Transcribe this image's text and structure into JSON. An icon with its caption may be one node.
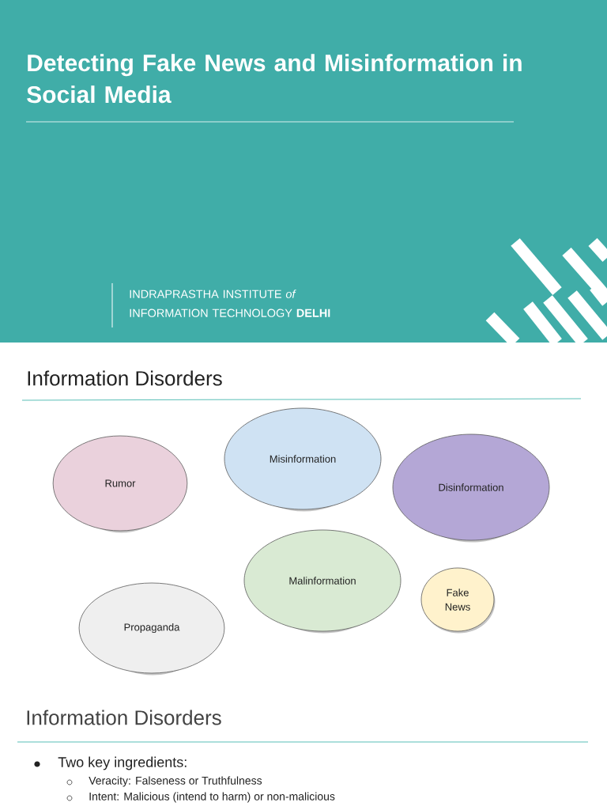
{
  "diagram": {
    "title": "Detecting Fake News and Misinformation in Social Media",
    "nodes": [
      {
        "text": [
          "Rumor"
        ]
      },
      {
        "text": [
          "Misinformation"
        ]
      },
      {
        "text": [
          "Disinformation"
        ]
      },
      {
        "text": [
          "Propaganda"
        ]
      },
      {
        "text": [
          "Malinformation"
        ]
      },
      {
        "text": [
          "Fake News"
        ]
      }
    ],
    "labels": [
      "INDRAPRASTHA INSTITUTE *of* INFORMATION TECHNOLOGY **DELHI**",
      "Information Disorders",
      "Information Disorders",
      "Two key ingredients:",
      "Veracity: Falseness or Truthfulness",
      "Intent: Malicious (intend to harm) or non-malicious"
    ]
  }
}
